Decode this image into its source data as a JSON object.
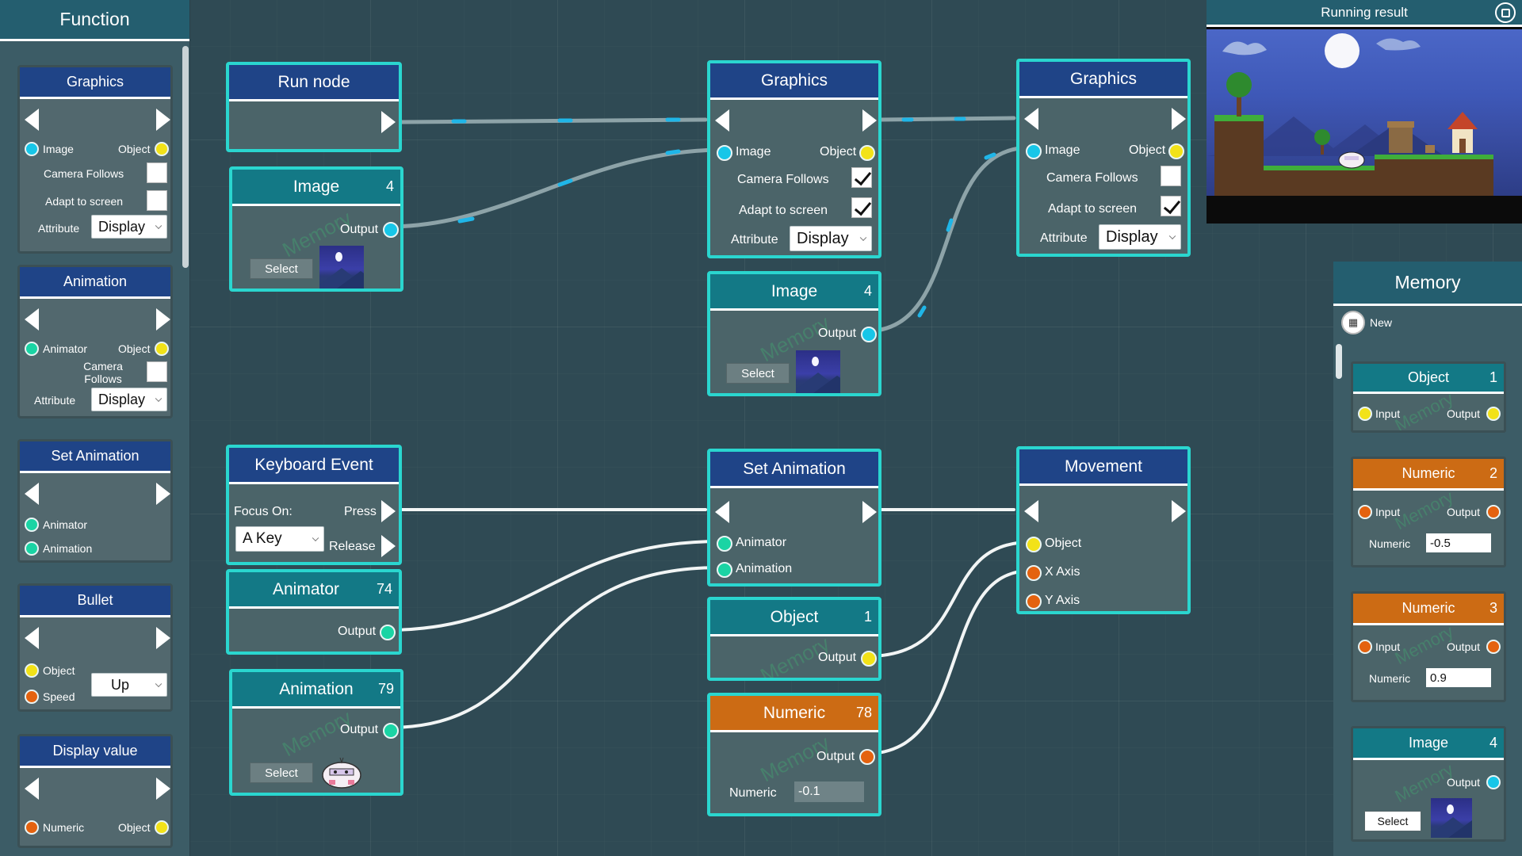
{
  "sidebar": {
    "title": "Function",
    "graphics": {
      "title": "Graphics",
      "image": "Image",
      "object": "Object",
      "camera_follows": "Camera Follows",
      "adapt": "Adapt to screen",
      "attribute": "Attribute",
      "display": "Display"
    },
    "animation": {
      "title": "Animation",
      "animator": "Animator",
      "object": "Object",
      "camera_follows": "Camera Follows",
      "attribute": "Attribute",
      "display": "Display"
    },
    "set_animation": {
      "title": "Set Animation",
      "animator": "Animator",
      "animation": "Animation"
    },
    "bullet": {
      "title": "Bullet",
      "object": "Object",
      "speed": "Speed",
      "direction": "Up"
    },
    "display_value": {
      "title": "Display value",
      "numeric": "Numeric",
      "object": "Object"
    }
  },
  "nodes": {
    "run": {
      "title": "Run node"
    },
    "image_a": {
      "title": "Image",
      "num": "4",
      "output": "Output",
      "select": "Select",
      "watermark": "Memory"
    },
    "keyboard": {
      "title": "Keyboard Event",
      "focus": "Focus On:",
      "press": "Press",
      "key": "A Key",
      "release": "Release"
    },
    "animator": {
      "title": "Animator",
      "num": "74",
      "output": "Output"
    },
    "animation": {
      "title": "Animation",
      "num": "79",
      "output": "Output",
      "select": "Select",
      "watermark": "Memory"
    },
    "graphics_1": {
      "title": "Graphics",
      "image": "Image",
      "object": "Object",
      "camera_follows": "Camera Follows",
      "adapt": "Adapt to screen",
      "attribute": "Attribute",
      "display": "Display",
      "camera_checked": true,
      "adapt_checked": true
    },
    "image_b": {
      "title": "Image",
      "num": "4",
      "output": "Output",
      "select": "Select",
      "watermark": "Memory"
    },
    "set_animation": {
      "title": "Set Animation",
      "animator": "Animator",
      "animation": "Animation"
    },
    "object": {
      "title": "Object",
      "num": "1",
      "output": "Output",
      "watermark": "Memory"
    },
    "numeric": {
      "title": "Numeric",
      "num": "78",
      "output": "Output",
      "numeric": "Numeric",
      "value": "-0.1",
      "watermark": "Memory"
    },
    "graphics_2": {
      "title": "Graphics",
      "image": "Image",
      "object": "Object",
      "camera_follows": "Camera Follows",
      "adapt": "Adapt to screen",
      "attribute": "Attribute",
      "display": "Display",
      "camera_checked": false,
      "adapt_checked": true
    },
    "movement": {
      "title": "Movement",
      "object": "Object",
      "x_axis": "X Axis",
      "y_axis": "Y Axis"
    }
  },
  "preview": {
    "title": "Running result"
  },
  "memory": {
    "title": "Memory",
    "new": "New",
    "items": [
      {
        "title": "Object",
        "num": "1",
        "input": "Input",
        "output": "Output",
        "watermark": "Memory"
      },
      {
        "title": "Numeric",
        "num": "2",
        "input": "Input",
        "output": "Output",
        "numeric": "Numeric",
        "value": "-0.5",
        "watermark": "Memory"
      },
      {
        "title": "Numeric",
        "num": "3",
        "input": "Input",
        "output": "Output",
        "numeric": "Numeric",
        "value": "0.9",
        "watermark": "Memory"
      },
      {
        "title": "Image",
        "num": "4",
        "output": "Output",
        "select": "Select",
        "watermark": "Memory"
      }
    ]
  },
  "colors": {
    "accent_border": "#2ad6cf",
    "header_blue": "#1f4487",
    "header_teal": "#137986",
    "header_orange": "#cc6b14",
    "port_cyan": "#17c6e8",
    "port_yellow": "#f2e218",
    "port_green": "#1ad4a4",
    "port_orange": "#e4620f"
  }
}
